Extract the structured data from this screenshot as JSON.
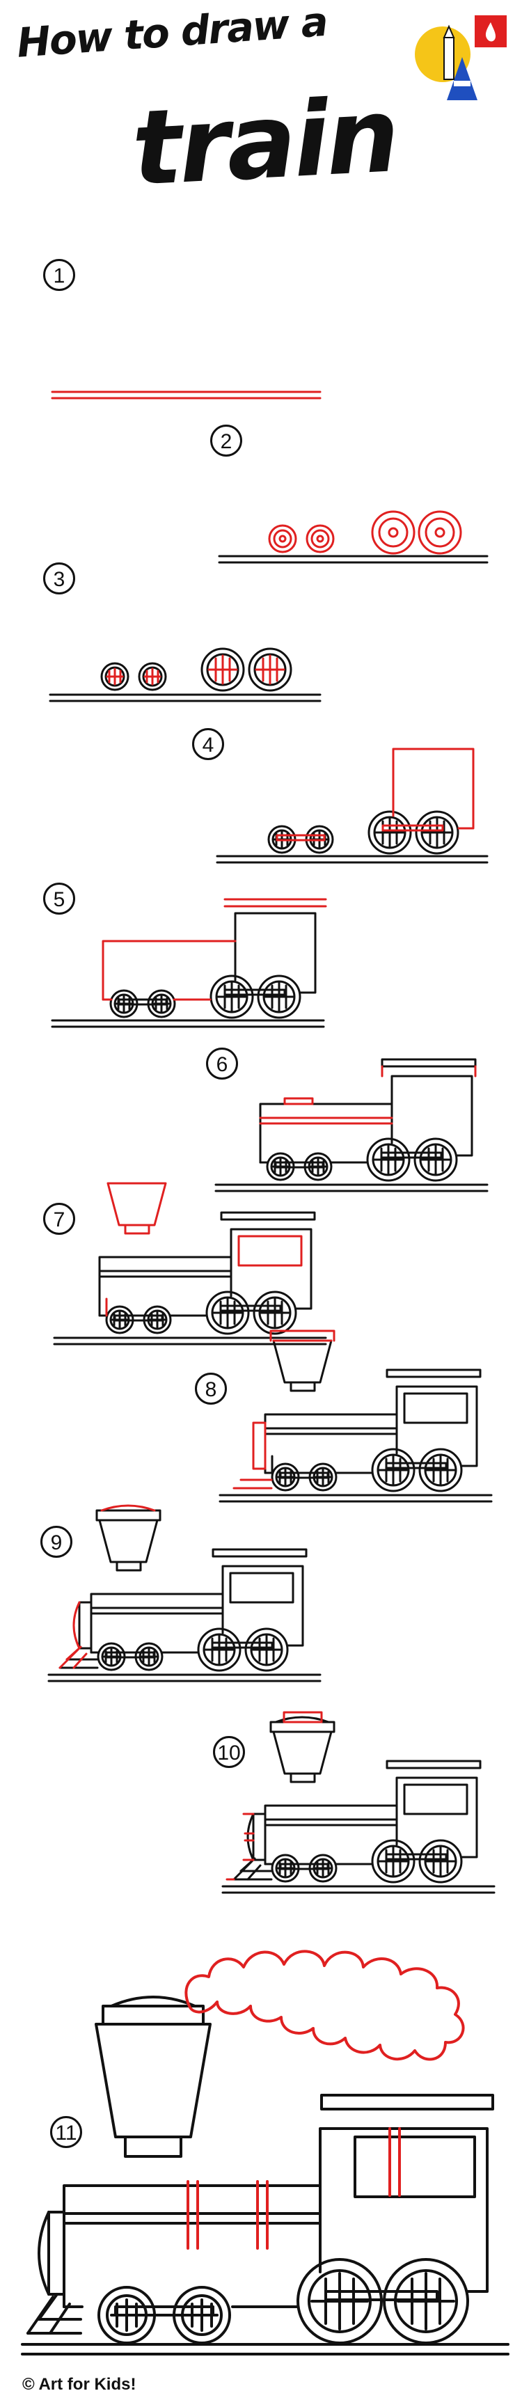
{
  "title": {
    "line1": "How to draw a",
    "line2": "train"
  },
  "steps": [
    {
      "label": "1"
    },
    {
      "label": "2"
    },
    {
      "label": "3"
    },
    {
      "label": "4"
    },
    {
      "label": "5"
    },
    {
      "label": "6"
    },
    {
      "label": "7"
    },
    {
      "label": "8"
    },
    {
      "label": "9"
    },
    {
      "label": "10"
    },
    {
      "label": "11"
    }
  ],
  "footer": {
    "credit": "© Art for Kids!"
  },
  "colors": {
    "ink": "#111111",
    "new_stroke": "#e02020",
    "logo_yellow": "#f5c518",
    "logo_red": "#e02020",
    "logo_blue": "#1f4fbf"
  },
  "icons": [
    "art-for-kids-logo",
    "train-drawing"
  ]
}
